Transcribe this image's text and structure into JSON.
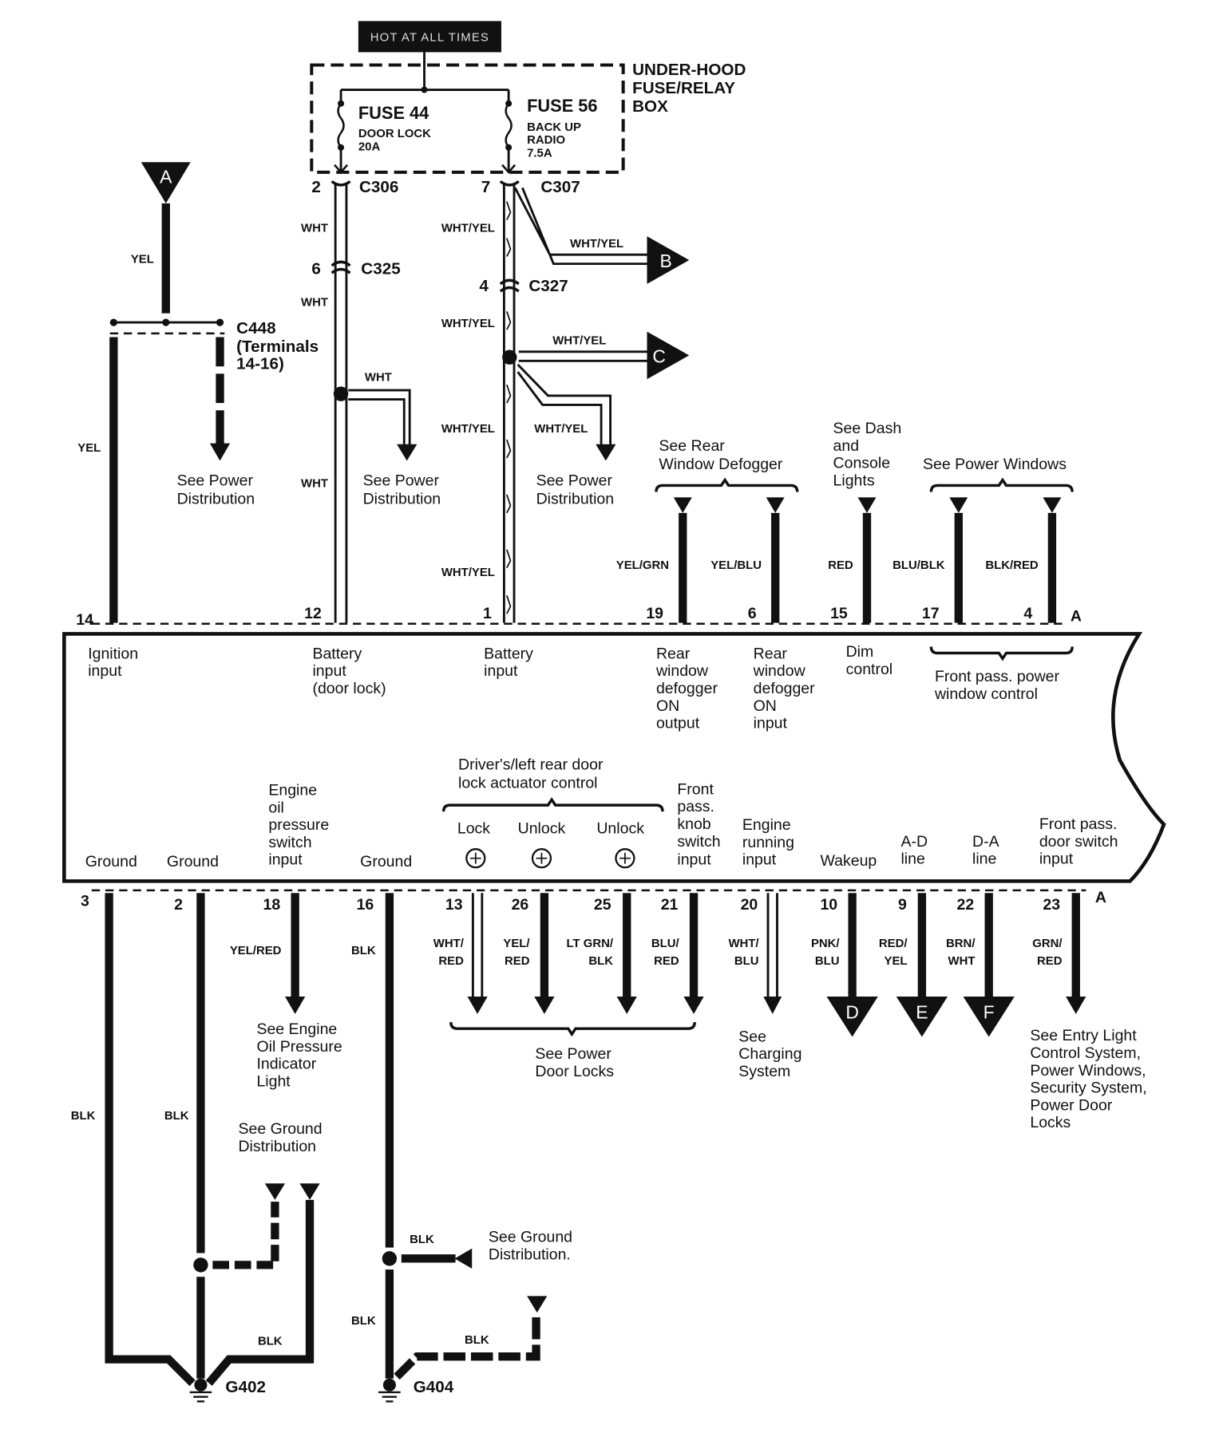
{
  "header": {
    "hot_label": "HOT AT ALL TIMES",
    "fuse_box_title": [
      "UNDER-HOOD",
      "FUSE/RELAY",
      "BOX"
    ]
  },
  "fuses": [
    {
      "title": "FUSE 44",
      "name": "DOOR LOCK",
      "rating": "20A"
    },
    {
      "title": "FUSE 56",
      "name_lines": [
        "BACK UP",
        "RADIO"
      ],
      "rating": "7.5A"
    }
  ],
  "connectors": {
    "c306": {
      "pin": "2",
      "id": "C306"
    },
    "c325": {
      "pin": "6",
      "id": "C325"
    },
    "c307": {
      "pin": "7",
      "id": "C307"
    },
    "c327": {
      "pin": "4",
      "id": "C327"
    },
    "c448": {
      "id": "C448",
      "note_lines": [
        "(Terminals",
        "14-16)"
      ]
    }
  },
  "refs": {
    "A": "A",
    "B": "B",
    "C": "C",
    "D": "D",
    "E": "E",
    "F": "F"
  },
  "wire_colors": {
    "yel": "YEL",
    "wht": "WHT",
    "wht_yel": "WHT/YEL",
    "yel_grn": "YEL/GRN",
    "yel_blu": "YEL/BLU",
    "red": "RED",
    "blu_blk": "BLU/BLK",
    "blk_red": "BLK/RED",
    "yel_red": "YEL/RED",
    "blk": "BLK",
    "wht_red": [
      "WHT/",
      "RED"
    ],
    "yel_red2": [
      "YEL/",
      "RED"
    ],
    "ltgrn_blk": [
      "LT GRN/",
      "BLK"
    ],
    "blu_red": [
      "BLU/",
      "RED"
    ],
    "wht_blu": [
      "WHT/",
      "BLU"
    ],
    "pnk_blu": [
      "PNK/",
      "BLU"
    ],
    "red_yel": [
      "RED/",
      "YEL"
    ],
    "brn_wht": [
      "BRN/",
      "WHT"
    ],
    "grn_red": [
      "GRN/",
      "RED"
    ]
  },
  "see_refs": {
    "power_dist": [
      "See Power",
      "Distribution"
    ],
    "rear_defogger": [
      "See Rear",
      "Window Defogger"
    ],
    "dash_console": [
      "See Dash",
      "and",
      "Console",
      "Lights"
    ],
    "power_windows": "See Power Windows",
    "engine_oil": [
      "See Engine",
      "Oil Pressure",
      "Indicator",
      "Light"
    ],
    "ground_dist": [
      "See Ground",
      "Distribution"
    ],
    "ground_dist2": [
      "See Ground",
      "Distribution."
    ],
    "power_door_locks": [
      "See Power",
      "Door Locks"
    ],
    "charging": [
      "See",
      "Charging",
      "System"
    ],
    "entry_light": [
      "See Entry Light",
      "Control System,",
      "Power Windows,",
      "Security System,",
      "Power Door",
      "Locks"
    ]
  },
  "top_pins": [
    {
      "pin": "14",
      "label": [
        "Ignition",
        "input"
      ]
    },
    {
      "pin": "12",
      "label": [
        "Battery",
        "input",
        "(door lock)"
      ]
    },
    {
      "pin": "1",
      "label": [
        "Battery",
        "input"
      ]
    },
    {
      "pin": "19",
      "label": [
        "Rear",
        "window",
        "defogger",
        "ON",
        "output"
      ]
    },
    {
      "pin": "6",
      "label": [
        "Rear",
        "window",
        "defogger",
        "ON",
        "input"
      ]
    },
    {
      "pin": "15",
      "label": [
        "Dim",
        "control"
      ]
    },
    {
      "pin": "17",
      "label": []
    },
    {
      "pin": "4",
      "label": []
    }
  ],
  "top_group_label": [
    "Front pass. power",
    "window control"
  ],
  "connector_side": "A",
  "bottom_pins": [
    {
      "pin": "3",
      "label": [
        "Ground"
      ]
    },
    {
      "pin": "2",
      "label": [
        "Ground"
      ]
    },
    {
      "pin": "18",
      "label": [
        "Engine",
        "oil",
        "pressure",
        "switch",
        "input"
      ]
    },
    {
      "pin": "16",
      "label": [
        "Ground"
      ]
    },
    {
      "pin": "13",
      "label": [
        "Lock"
      ]
    },
    {
      "pin": "26",
      "label": [
        "Unlock"
      ]
    },
    {
      "pin": "25",
      "label": [
        "Unlock"
      ]
    },
    {
      "pin": "21",
      "label": [
        "Front",
        "pass.",
        "knob",
        "switch",
        "input"
      ]
    },
    {
      "pin": "20",
      "label": [
        "Engine",
        "running",
        "input"
      ]
    },
    {
      "pin": "10",
      "label": [
        "Wakeup"
      ]
    },
    {
      "pin": "9",
      "label": [
        "A-D",
        "line"
      ]
    },
    {
      "pin": "22",
      "label": [
        "D-A",
        "line"
      ]
    },
    {
      "pin": "23",
      "label": [
        "Front  pass.",
        "door switch",
        "input"
      ]
    }
  ],
  "bottom_group_label": [
    "Driver's/left rear door",
    "lock actuator control"
  ],
  "grounds": [
    {
      "id": "G402"
    },
    {
      "id": "G404"
    }
  ]
}
